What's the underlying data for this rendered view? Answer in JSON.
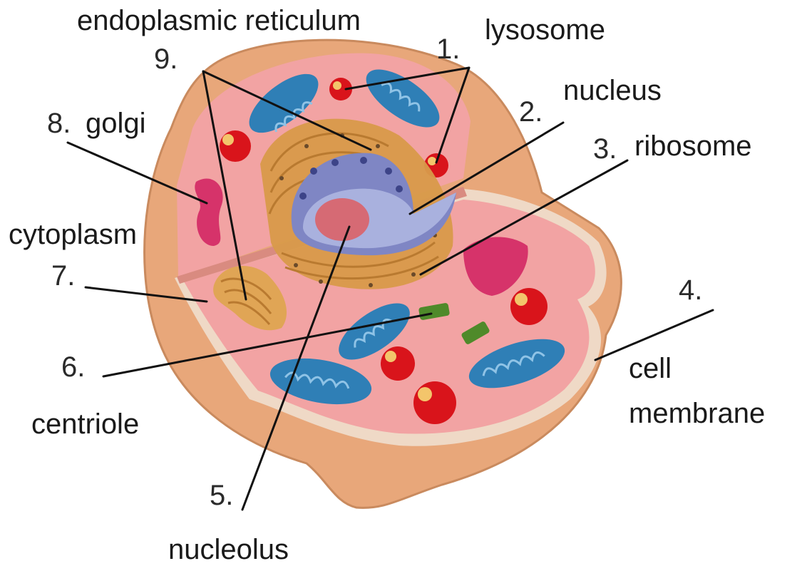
{
  "diagram": {
    "labels": {
      "endoplasmic_reticulum": "endoplasmic reticulum",
      "lysosome": "lysosome",
      "nucleus": "nucleus",
      "ribosome": "ribosome",
      "golgi": "golgi",
      "cytoplasm": "cytoplasm",
      "centriole": "centriole",
      "cell": "cell",
      "membrane": "membrane",
      "nucleolus": "nucleolus"
    },
    "numbers": {
      "n1": "1.",
      "n2": "2.",
      "n3": "3.",
      "n4": "4.",
      "n5": "5.",
      "n6": "6.",
      "n7": "7.",
      "n8": "8.",
      "n9": "9."
    }
  },
  "colors": {
    "outer_shell": "#e8a77a",
    "outer_shell_stroke": "#c98a5e",
    "cytoplasm": "#f2a3a3",
    "membrane_rim": "#efd9c6",
    "mitochondria": "#2f7fb6",
    "lysosome": "#d9141b",
    "golgi": "#e0a555",
    "rough_er": "#d89a4a",
    "nucleus": "#7f86c4",
    "nucleolus": "#d66a74",
    "centriole": "#4f8a2a",
    "pink_golgi": "#d6336a"
  }
}
